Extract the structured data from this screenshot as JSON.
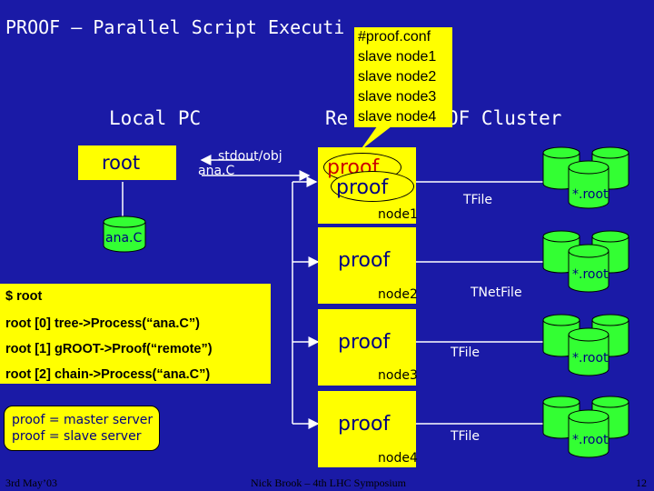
{
  "title": "PROOF – Parallel Script Executi",
  "callout": {
    "lines": [
      "#proof.conf",
      "slave node1",
      "slave node2",
      "slave node3",
      "slave node4"
    ]
  },
  "local_pc_label": "Local PC",
  "remote_label_left": "Re",
  "remote_label_right": "OF Cluster",
  "root_box_label": "root",
  "stdout_label": "stdout/obj",
  "ana_c_arrow_label": "ana.C",
  "ana_c_cylinder_label": "ana.C",
  "nodes": [
    {
      "proof_back": "proof",
      "proof_front": "proof",
      "node_label": "node1",
      "file_label": "TFile",
      "disk_label": "*.root"
    },
    {
      "proof_front": "proof",
      "node_label": "node2",
      "file_label": "TNetFile",
      "disk_label": "*.root"
    },
    {
      "proof_front": "proof",
      "node_label": "node3",
      "file_label": "TFile",
      "disk_label": "*.root"
    },
    {
      "proof_front": "proof",
      "node_label": "node4",
      "file_label": "TFile",
      "disk_label": "*.root"
    }
  ],
  "commands": [
    "$ root",
    "root [0] tree->Process(“ana.C”)",
    "root [1] gROOT->Proof(“remote”)",
    "root [2] chain->Process(“ana.C”)"
  ],
  "legend": [
    "proof = master server",
    "proof = slave server"
  ],
  "footer": {
    "date": "3rd May’03",
    "center": "Nick Brook – 4th LHC Symposium",
    "page": "12"
  },
  "colors": {
    "background": "#1a1aa6",
    "box": "#ffff00",
    "disk": "#33ff33",
    "proof_text": "#000080"
  }
}
